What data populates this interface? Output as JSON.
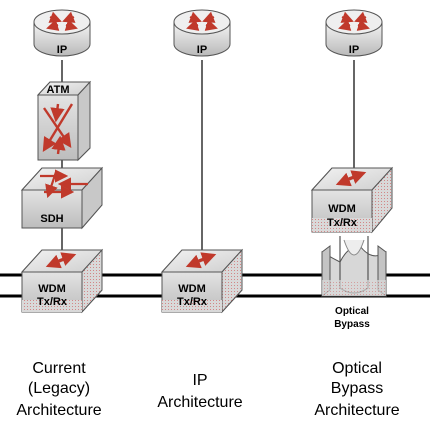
{
  "columns": [
    {
      "router_label": "IP",
      "atm_label": "ATM",
      "sdh_label": "SDH",
      "wdm_label_line1": "WDM",
      "wdm_label_line2": "Tx/Rx",
      "caption_lines": [
        "Current",
        "(Legacy)",
        "Architecture"
      ]
    },
    {
      "router_label": "IP",
      "wdm_label_line1": "WDM",
      "wdm_label_line2": "Tx/Rx",
      "caption_lines": [
        "IP",
        "Architecture"
      ]
    },
    {
      "router_label": "IP",
      "wdm_label_line1": "WDM",
      "wdm_label_line2": "Tx/Rx",
      "bypass_label_line1": "Optical",
      "bypass_label_line2": "Bypass",
      "caption_lines": [
        "Optical",
        "Bypass",
        "Architecture"
      ]
    }
  ],
  "colors": {
    "arrow_red": "#c0392b",
    "box_gray": "#d4d4d4",
    "line_black": "#000000"
  }
}
